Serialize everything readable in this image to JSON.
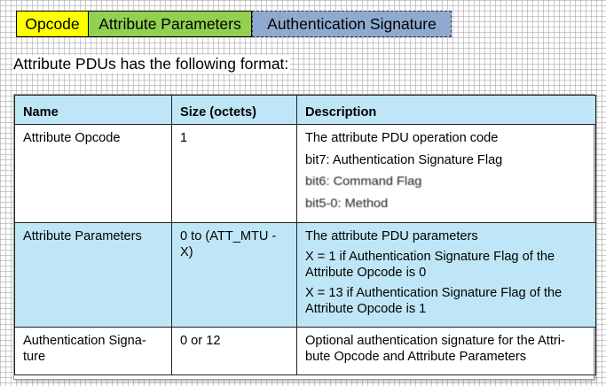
{
  "format_strip": {
    "segments": [
      {
        "label": "Opcode",
        "color": "#ffff00"
      },
      {
        "label": "Attribute Parameters",
        "color": "#92d050"
      },
      {
        "label": "Authentication Signature",
        "color": "#8eaacf"
      }
    ]
  },
  "intro_text": "Attribute PDUs has the following format:",
  "table": {
    "header_color": "#bfe6f7",
    "headers": [
      "Name",
      "Size (octets)",
      "Description"
    ],
    "rows": [
      {
        "name": "Attribute Opcode",
        "size": "1",
        "description": [
          "The attribute PDU operation code",
          "bit7: Authentication Signature Flag",
          "bit6: Command Flag",
          "bit5-0: Method"
        ]
      },
      {
        "name": "Attribute Parameters",
        "size": "0 to (ATT_MTU - X)",
        "description": [
          "The attribute PDU parameters",
          "X = 1 if Authentication Signature Flag of the Attribute Opcode is 0",
          "X = 13 if Authentication Signature Flag of the Attribute Opcode is 1"
        ]
      },
      {
        "name": "Authentication Signa-ture",
        "size": "0 or 12",
        "description": [
          "Optional authentication signature for the Attri-bute Opcode and Attribute Parameters"
        ]
      }
    ]
  }
}
